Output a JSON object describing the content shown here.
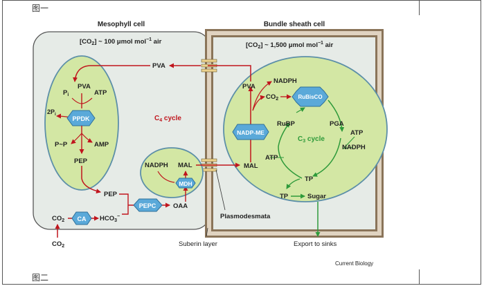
{
  "doc": {
    "label_top": "图一",
    "label_bottom": "图二"
  },
  "diagram": {
    "mesophyll_title": "Mesophyll cell",
    "bundle_title": "Bundle sheath cell",
    "co2_mesophyll": "[CO",
    "co2_mesophyll_sub": "2",
    "co2_mesophyll_rest": "] ~ 100 μmol mol",
    "co2_mesophyll_sup": "−1",
    "co2_mesophyll_tail": " air",
    "co2_bundle": "[CO",
    "co2_bundle_sub": "2",
    "co2_bundle_rest": "] ~ 1,500 μmol mol",
    "co2_bundle_sup": "−1",
    "co2_bundle_tail": " air",
    "c4_cycle": "C",
    "c4_cycle_sub": "4",
    "c4_cycle_tail": " cycle",
    "c3_cycle": "C",
    "c3_cycle_sub": "3",
    "c3_cycle_tail": " cycle",
    "pva_top": "PVA",
    "chloro1": {
      "pi": "P",
      "pi_sub": "i",
      "pva": "PVA",
      "atp": "ATP",
      "two_pi": "2P",
      "two_pi_sub": "i",
      "ppdk": "PPDK",
      "p_p": "P~P",
      "amp": "AMP",
      "pep": "PEP"
    },
    "chloro2": {
      "nadph": "NADPH",
      "mal": "MAL",
      "mdh": "MDH"
    },
    "pep_out": "PEP",
    "pepc": "PEPC",
    "oaa": "OAA",
    "co2_in": "CO",
    "co2_in_sub": "2",
    "ca": "CA",
    "hco3": "HCO",
    "hco3_sub": "3",
    "hco3_sup": "−",
    "co2_out": "CO",
    "co2_out_sub": "2",
    "mal_bundle": "MAL",
    "bs": {
      "pva": "PVA",
      "nadph": "NADPH",
      "co2": "CO",
      "co2_sub": "2",
      "rubisco": "RuBisCO",
      "nadpme": "NADP-ME",
      "rubp": "RuBP",
      "pga": "PGA",
      "atp_right": "ATP",
      "nadph_right": "NADPH",
      "atp_left": "ATP",
      "tp1": "TP",
      "tp2": "TP",
      "sugar": "Sugar"
    },
    "plasmodesmata": "Plasmodesmata",
    "suberin": "Suberin layer",
    "export": "Export to sinks",
    "credit": "Current Biology"
  }
}
